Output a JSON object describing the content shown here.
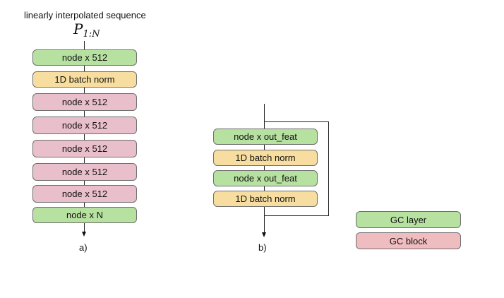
{
  "diagram_a": {
    "title": "linearly interpolated sequence",
    "symbol": {
      "base": "P",
      "subscript": "1:N"
    },
    "layers": [
      {
        "label": "node x 512",
        "kind": "gc_layer"
      },
      {
        "label": "1D batch norm",
        "kind": "batch_norm"
      },
      {
        "label": "node x 512",
        "kind": "gc_block"
      },
      {
        "label": "node x 512",
        "kind": "gc_block"
      },
      {
        "label": "node x 512",
        "kind": "gc_block"
      },
      {
        "label": "node x 512",
        "kind": "gc_block"
      },
      {
        "label": "node x 512",
        "kind": "gc_block"
      },
      {
        "label": "node x N",
        "kind": "gc_layer"
      }
    ],
    "caption": "a)"
  },
  "diagram_b": {
    "layers": [
      {
        "label": "node x out_feat",
        "kind": "gc_layer"
      },
      {
        "label": "1D batch norm",
        "kind": "batch_norm"
      },
      {
        "label": "node x out_feat",
        "kind": "gc_layer"
      },
      {
        "label": "1D batch norm",
        "kind": "batch_norm"
      }
    ],
    "caption": "b)"
  },
  "legend": {
    "items": [
      {
        "label": "GC layer",
        "kind": "gc_layer"
      },
      {
        "label": "GC block",
        "kind": "gc_block"
      }
    ]
  },
  "colors": {
    "gc_layer": "#b7e1a1",
    "batch_norm": "#f7dea0",
    "gc_block": "#e8bfcb",
    "legend_gc_block": "#efbcbf"
  }
}
